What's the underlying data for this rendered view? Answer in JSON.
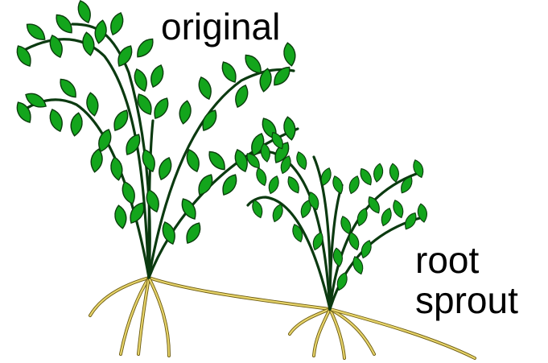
{
  "labels": {
    "original": "original",
    "root_line1": "root",
    "root_line2": "sprout"
  },
  "colors": {
    "leaf_fill": "#13a51c",
    "leaf_stroke": "#0a3d0c",
    "stem": "#0b3a10",
    "root": "#e7d46a",
    "root_outline": "#6b5a10",
    "text": "#000000",
    "background": "#ffffff"
  }
}
